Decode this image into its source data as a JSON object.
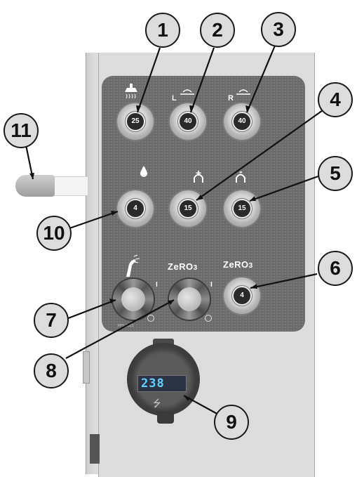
{
  "buttons": {
    "shower": "25",
    "left_light": "40",
    "right_light": "40",
    "water": "4",
    "plus": "15",
    "minus": "15",
    "zero_button": "4"
  },
  "labels": {
    "left_prefix": "L",
    "right_prefix": "R",
    "plus_sign": "+",
    "minus_sign": "-",
    "zero_brand": "ZeRO",
    "zero_sub": "3",
    "on_mark": "I",
    "small_code": "FPS-2021"
  },
  "socket": {
    "display_value": "238"
  },
  "callouts": [
    "1",
    "2",
    "3",
    "4",
    "5",
    "6",
    "7",
    "8",
    "9",
    "10",
    "11"
  ]
}
